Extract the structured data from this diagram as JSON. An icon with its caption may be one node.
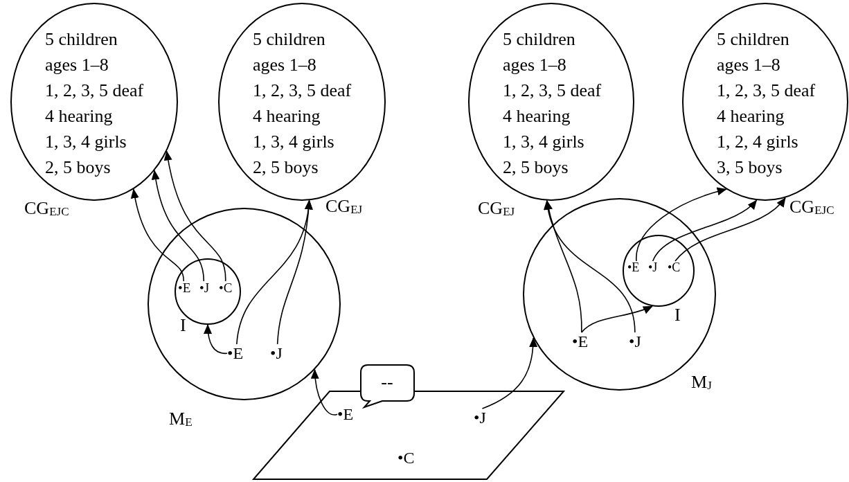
{
  "diagram": {
    "nodes": [
      {
        "text": [
          "5 children",
          "ages 1–8",
          "1, 2, 3, 5 deaf",
          "4 hearing",
          "1, 3, 4 girls",
          "2, 5 boys"
        ],
        "beside": [
          "CG$_{EJC}$"
        ]
      },
      {
        "text": [
          "5 children",
          "ages 1–8",
          "1, 2, 3, 5 deaf",
          "4 hearing",
          "1, 3, 4 girls",
          "2, 5 boys"
        ],
        "beside": [
          "CG$_{EJ}$"
        ]
      },
      {
        "text": [
          "5 children",
          "ages 1–8",
          "1, 2, 3, 5 deaf",
          "4 hearing",
          "1, 3, 4 girls",
          "2, 5 boys"
        ],
        "beside": [
          "CG$_{EJ}$"
        ]
      },
      {
        "text": [
          "5 children",
          "ages 1–8",
          "1, 2, 3, 5 deaf",
          "4 hearing",
          "1, 2, 4 girls",
          "3, 5 boys"
        ],
        "beside": [
          "CG$_{EJC}$"
        ]
      },
      {
        "text": [],
        "shape": "circle",
        "beside": [
          "M$_{E}$"
        ]
      },
      {
        "text": [],
        "shape": "circle",
        "in": 4,
        "beside": [
          "I"
        ]
      },
      {
        "text": [
          "•E"
        ],
        "in": 5
      },
      {
        "text": [
          "•J"
        ],
        "in": 5
      },
      {
        "text": [
          "•C"
        ],
        "in": 5
      },
      {
        "text": [
          "•E"
        ],
        "in": 4
      },
      {
        "text": [
          "•J"
        ],
        "in": 4
      },
      {
        "text": [],
        "shape": "circle",
        "beside": [
          "M$_{J}$"
        ]
      },
      {
        "text": [],
        "shape": "circle",
        "in": 11,
        "beside": [
          "I"
        ]
      },
      {
        "text": [
          "•E"
        ],
        "in": 12
      },
      {
        "text": [
          "•J"
        ],
        "in": 12
      },
      {
        "text": [
          "•C"
        ],
        "in": 12
      },
      {
        "text": [
          "•E"
        ],
        "in": 11
      },
      {
        "text": [
          "•J"
        ],
        "in": 11
      },
      {
        "text": [],
        "shape": "parallelogram"
      },
      {
        "text": [
          "•E"
        ],
        "in": 18
      },
      {
        "text": [
          "•J"
        ],
        "in": 18
      },
      {
        "text": [
          "•C"
        ],
        "in": 18
      },
      {
        "text": [
          "--"
        ]
      }
    ],
    "edges": [
      {
        "from": 6,
        "to": 0,
        "arrow": "to"
      },
      {
        "from": 7,
        "to": 0,
        "arrow": "to"
      },
      {
        "from": 8,
        "to": 0,
        "arrow": "to"
      },
      {
        "from": 9,
        "to": 5,
        "arrow": "to"
      },
      {
        "from": 9,
        "to": 1,
        "arrow": "to"
      },
      {
        "from": 10,
        "to": 1,
        "arrow": "to"
      },
      {
        "from": 19,
        "to": 4,
        "arrow": "to"
      },
      {
        "from": 20,
        "to": 11,
        "arrow": "to"
      },
      {
        "from": 16,
        "to": 2,
        "arrow": "to"
      },
      {
        "from": 17,
        "to": 2,
        "arrow": "to"
      },
      {
        "from": 16,
        "to": 12,
        "arrow": "to"
      },
      {
        "from": 13,
        "to": 3,
        "arrow": "to"
      },
      {
        "from": 14,
        "to": 3,
        "arrow": "to"
      },
      {
        "from": 15,
        "to": 3,
        "arrow": "to"
      }
    ]
  }
}
